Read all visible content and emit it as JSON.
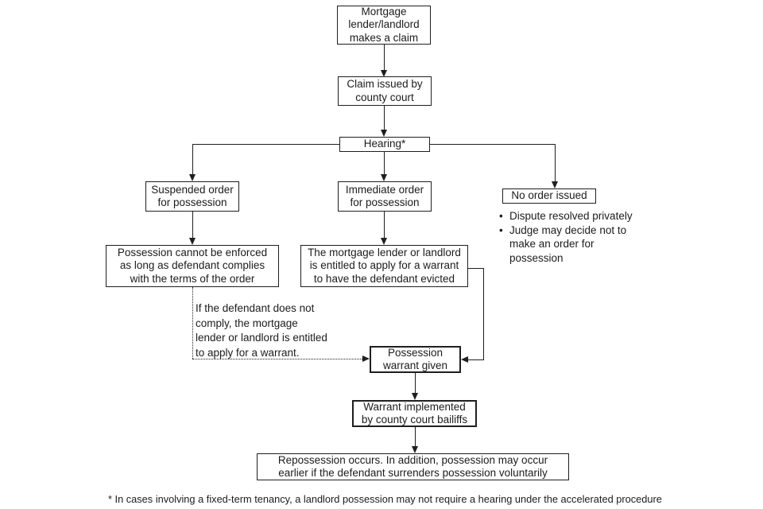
{
  "flowchart": {
    "nodes": {
      "mortgage_claim": "Mortgage\nlender/landlord\nmakes a claim",
      "claim_issued": "Claim issued by\ncounty court",
      "hearing": "Hearing*",
      "suspended_order": "Suspended order\nfor possession",
      "immediate_order": "Immediate order\nfor possession",
      "no_order": "No order issued",
      "possession_not_enforced": "Possession cannot be enforced\nas long as defendant complies\nwith the terms of the order",
      "warrant_entitled": "The mortgage lender or landlord\nis entitled to apply for a warrant\nto have the defendant evicted",
      "warrant_given": "Possession\nwarrant given",
      "warrant_implemented": "Warrant implemented\nby county court bailiffs",
      "repossession": "Repossession occurs. In addition, possession may occur\nearlier if the defendant surrenders possession voluntarily"
    },
    "annotations": {
      "bullet_char": "•",
      "no_order_bullets": [
        "Dispute resolved privately",
        "Judge may decide not to\nmake an order for\npossession"
      ],
      "non_compliance_note": "If the defendant does not\ncomply, the mortgage\nlender or landlord is entitled\nto apply for a warrant.",
      "footnote": "* In cases involving a fixed-term tenancy, a landlord possession may not require a hearing under the accelerated procedure"
    },
    "colors": {
      "line": "#1f1f1f",
      "text": "#1c1c1c",
      "background": "#ffffff",
      "box_fill": "#ffffff"
    }
  }
}
